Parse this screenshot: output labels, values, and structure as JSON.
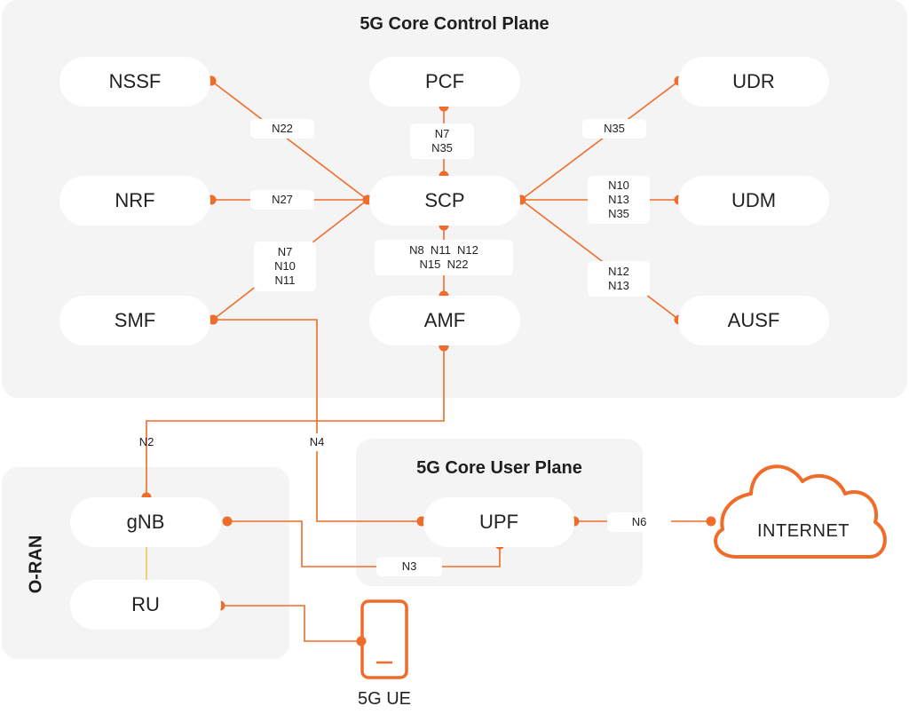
{
  "colors": {
    "accent": "#ef6c2a",
    "panel": "#f4f4f4",
    "node": "#ffffff",
    "ru_link": "#f0c040"
  },
  "regions": {
    "control_plane": {
      "title": "5G Core Control Plane"
    },
    "user_plane": {
      "title": "5G Core User Plane"
    },
    "oran": {
      "title": "O-RAN"
    }
  },
  "nodes": {
    "nssf": "NSSF",
    "pcf": "PCF",
    "udr": "UDR",
    "nrf": "NRF",
    "scp": "SCP",
    "udm": "UDM",
    "smf": "SMF",
    "amf": "AMF",
    "ausf": "AUSF",
    "gnb": "gNB",
    "ru": "RU",
    "upf": "UPF"
  },
  "interfaces": {
    "n22": "N22",
    "pcf_scp": [
      "N7",
      "N35"
    ],
    "n35_udr": "N35",
    "n27": "N27",
    "scp_udm": [
      "N10",
      "N13",
      "N35"
    ],
    "smf_scp": [
      "N7",
      "N10",
      "N11"
    ],
    "scp_amf": [
      "N8  N11  N12",
      "N15  N22"
    ],
    "scp_ausf": [
      "N12",
      "N13"
    ],
    "n2": "N2",
    "n4": "N4",
    "n3": "N3",
    "n6": "N6"
  },
  "internet": {
    "label": "INTERNET",
    "icon": "cloud-icon"
  },
  "ue": {
    "label": "5G UE",
    "icon": "phone-icon"
  }
}
